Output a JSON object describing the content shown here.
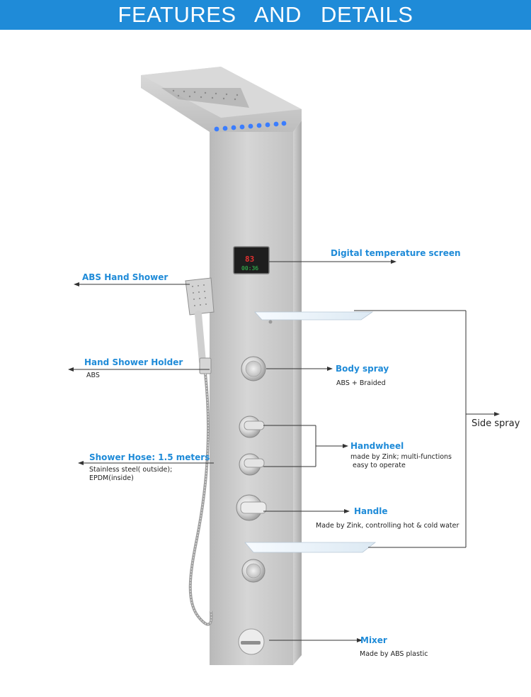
{
  "header": {
    "title": "FEATURES AND DETAILS"
  },
  "screen": {
    "temp": "83",
    "time": "00:36"
  },
  "colors": {
    "banner": "#1f8bd8",
    "label": "#1f8bd8",
    "panel": "#c9c9c9",
    "led": "#3a7dff"
  },
  "labels": {
    "abs_hand_shower": {
      "title": "ABS Hand Shower"
    },
    "hand_shower_holder": {
      "title": "Hand Shower Holder",
      "desc": "ABS"
    },
    "shower_hose": {
      "title": "Shower Hose: 1.5 meters",
      "desc1": "Stainless steel( outside);",
      "desc2": "EPDM(inside)"
    },
    "digital_screen": {
      "title": "Digital temperature screen"
    },
    "body_spray": {
      "title": "Body spray",
      "desc": "ABS + Braided"
    },
    "handwheel": {
      "title": "Handwheel",
      "desc1": "made by Zink;  multi-functions",
      "desc2": "easy to operate"
    },
    "handle": {
      "title": "Handle",
      "desc": "Made by Zink, controlling hot & cold water"
    },
    "mixer": {
      "title": "Mixer",
      "desc": "Made by ABS plastic"
    },
    "side_spray": {
      "title": "Side spray"
    }
  }
}
